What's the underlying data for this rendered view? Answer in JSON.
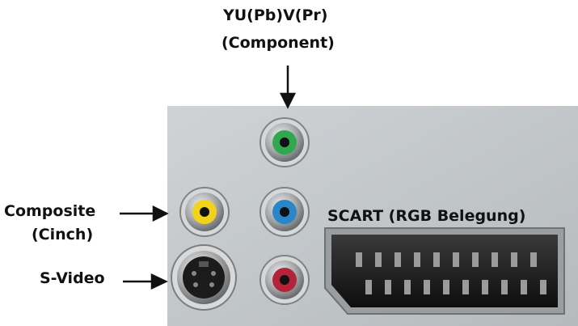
{
  "labels": {
    "component_line1": "YU(Pb)V(Pr)",
    "component_line2": "(Component)",
    "composite_line1": "Composite",
    "composite_line2": "(Cinch)",
    "svideo": "S-Video",
    "scart": "SCART (RGB Belegung)"
  },
  "connectors": [
    {
      "name": "component-green",
      "color": "#2fa84f"
    },
    {
      "name": "component-blue",
      "color": "#2a86c8"
    },
    {
      "name": "component-red",
      "color": "#b3243a"
    },
    {
      "name": "composite-yellow",
      "color": "#f2d21a"
    },
    {
      "name": "s-video",
      "color": "#1a1a1a"
    },
    {
      "name": "scart",
      "color": "#1c1c1c"
    }
  ],
  "colors": {
    "panel": "#c3c7ca",
    "arrow": "#111111"
  }
}
